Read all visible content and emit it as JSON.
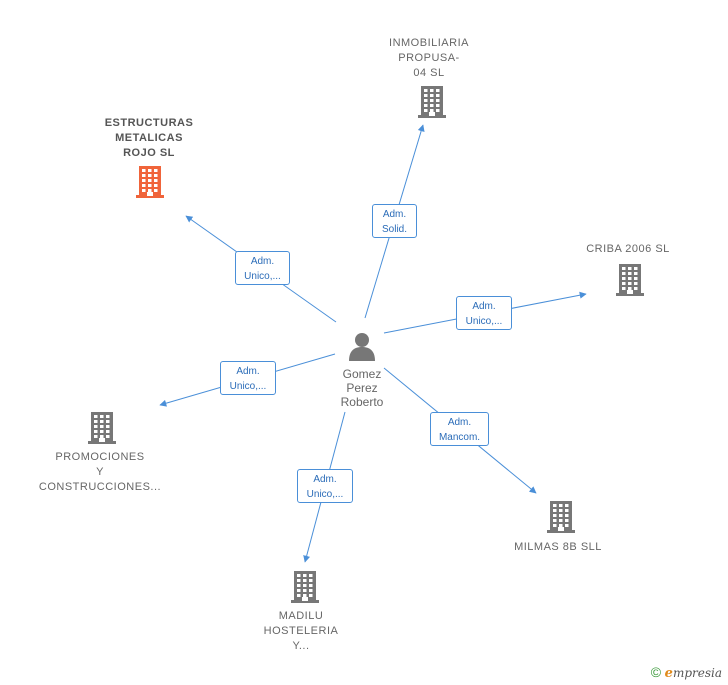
{
  "center": {
    "name_lines": [
      "Gomez",
      "Perez",
      "Roberto"
    ]
  },
  "nodes": [
    {
      "id": "inmobiliaria",
      "lines": [
        "INMOBILIARIA",
        "PROPUSA-",
        "04  SL"
      ],
      "highlight": false
    },
    {
      "id": "estructuras",
      "lines": [
        "ESTRUCTURAS",
        "METALICAS",
        "ROJO  SL"
      ],
      "highlight": true
    },
    {
      "id": "criba",
      "lines": [
        "CRIBA 2006  SL"
      ],
      "highlight": false
    },
    {
      "id": "promociones",
      "lines": [
        "PROMOCIONES",
        "Y",
        "CONSTRUCCIONES..."
      ],
      "highlight": false
    },
    {
      "id": "milmas",
      "lines": [
        "MILMAS 8B  SLL"
      ],
      "highlight": false
    },
    {
      "id": "madilu",
      "lines": [
        "MADILU",
        "HOSTELERIA",
        "Y..."
      ],
      "highlight": false
    }
  ],
  "edges": [
    {
      "target": "inmobiliaria",
      "lines": [
        "Adm.",
        "Solid."
      ]
    },
    {
      "target": "estructuras",
      "lines": [
        "Adm.",
        "Unico,..."
      ]
    },
    {
      "target": "criba",
      "lines": [
        "Adm.",
        "Unico,..."
      ]
    },
    {
      "target": "promociones",
      "lines": [
        "Adm.",
        "Unico,..."
      ]
    },
    {
      "target": "milmas",
      "lines": [
        "Adm.",
        "Mancom."
      ]
    },
    {
      "target": "madilu",
      "lines": [
        "Adm.",
        "Unico,..."
      ]
    }
  ],
  "colors": {
    "edge": "#4a8fd8",
    "building": "#777777",
    "building_highlight": "#f0643a",
    "person": "#777777"
  },
  "footer": {
    "copyright": "©",
    "brand_initial": "e",
    "brand_rest": "mpresia"
  }
}
